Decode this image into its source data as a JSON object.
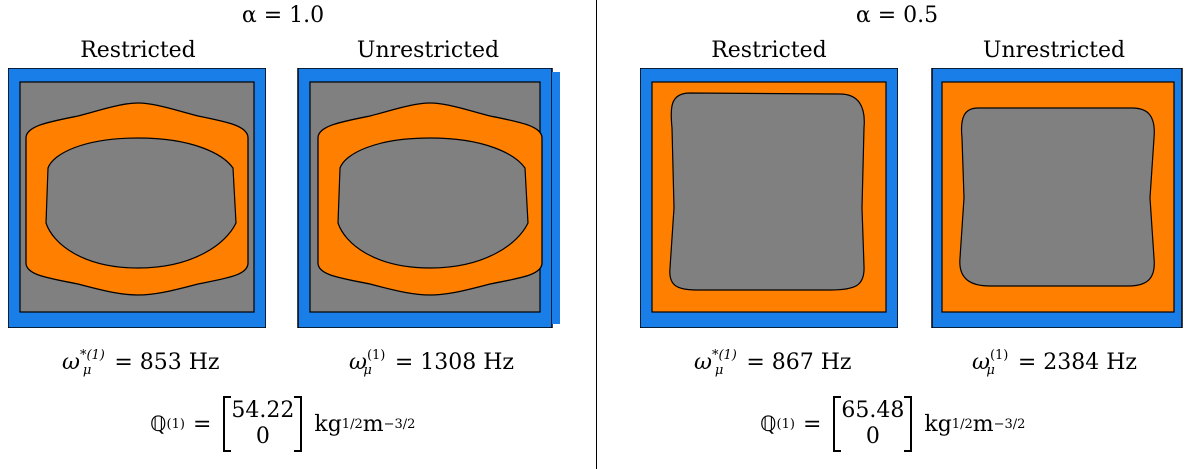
{
  "groups": [
    {
      "alpha": "α = 1.0",
      "left_label": "Restricted",
      "right_label": "Unrestricted",
      "left_freq_symbol": "ω",
      "left_freq_super": "*(1)",
      "left_freq_sub": "μ",
      "left_freq_value": "= 853 Hz",
      "right_freq_symbol": "ω",
      "right_freq_super": "(1)",
      "right_freq_sub": "μ",
      "right_freq_value": "= 1308 Hz",
      "q_symbol": "ℚ",
      "q_super": "(1)",
      "q_equals": "=",
      "q_top": "54.22",
      "q_bottom": "0",
      "q_unit_a": "kg",
      "q_unit_a_exp": "1/2",
      "q_unit_b": "m",
      "q_unit_b_exp": "−3/2"
    },
    {
      "alpha": "α = 0.5",
      "left_label": "Restricted",
      "right_label": "Unrestricted",
      "left_freq_symbol": "ω",
      "left_freq_super": "*(1)",
      "left_freq_sub": "μ",
      "left_freq_value": "= 867 Hz",
      "right_freq_symbol": "ω",
      "right_freq_super": "(1)",
      "right_freq_sub": "μ",
      "right_freq_value": "= 2384 Hz",
      "q_symbol": "ℚ",
      "q_super": "(1)",
      "q_equals": "=",
      "q_top": "65.48",
      "q_bottom": "0",
      "q_unit_a": "kg",
      "q_unit_a_exp": "1/2",
      "q_unit_b": "m",
      "q_unit_b_exp": "−3/2"
    }
  ],
  "colors": {
    "frame_blue": "#1a7ee8",
    "fill_orange": "#ff8000",
    "core_gray": "#808080",
    "outline_black": "#000000"
  }
}
